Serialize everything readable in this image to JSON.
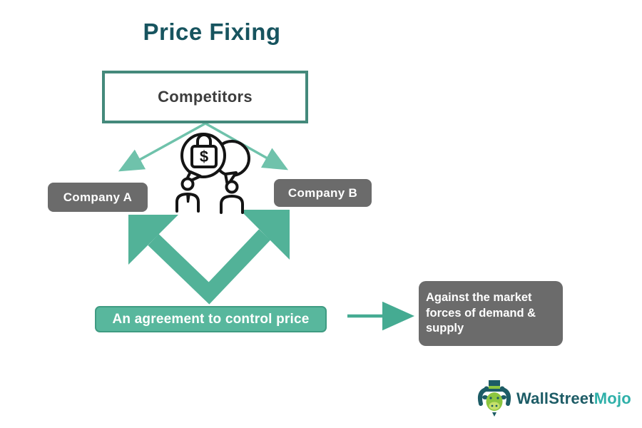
{
  "title": "Price Fixing",
  "diagram": {
    "competitors": "Competitors",
    "company_a": "Company A",
    "company_b": "Company B",
    "agreement": "An agreement to control price",
    "market_forces": "Against the market forces of demand & supply"
  },
  "icons": {
    "negotiation_icon": "two-people-secret-price-chat-lock",
    "lock_symbol": "$"
  },
  "logo": {
    "part1": "WallStreet",
    "part2": "Mojo"
  },
  "colors": {
    "title_text": "#17545f",
    "teal_border": "#44897b",
    "teal_fill": "#58b79d",
    "big_arrow": "#52b298",
    "thin_arrow": "#6fc2ab",
    "gray_box": "#6b6b6b",
    "box_text": "#ffffff",
    "logo_dark": "#1d5c66",
    "logo_light": "#2fb0a9"
  }
}
